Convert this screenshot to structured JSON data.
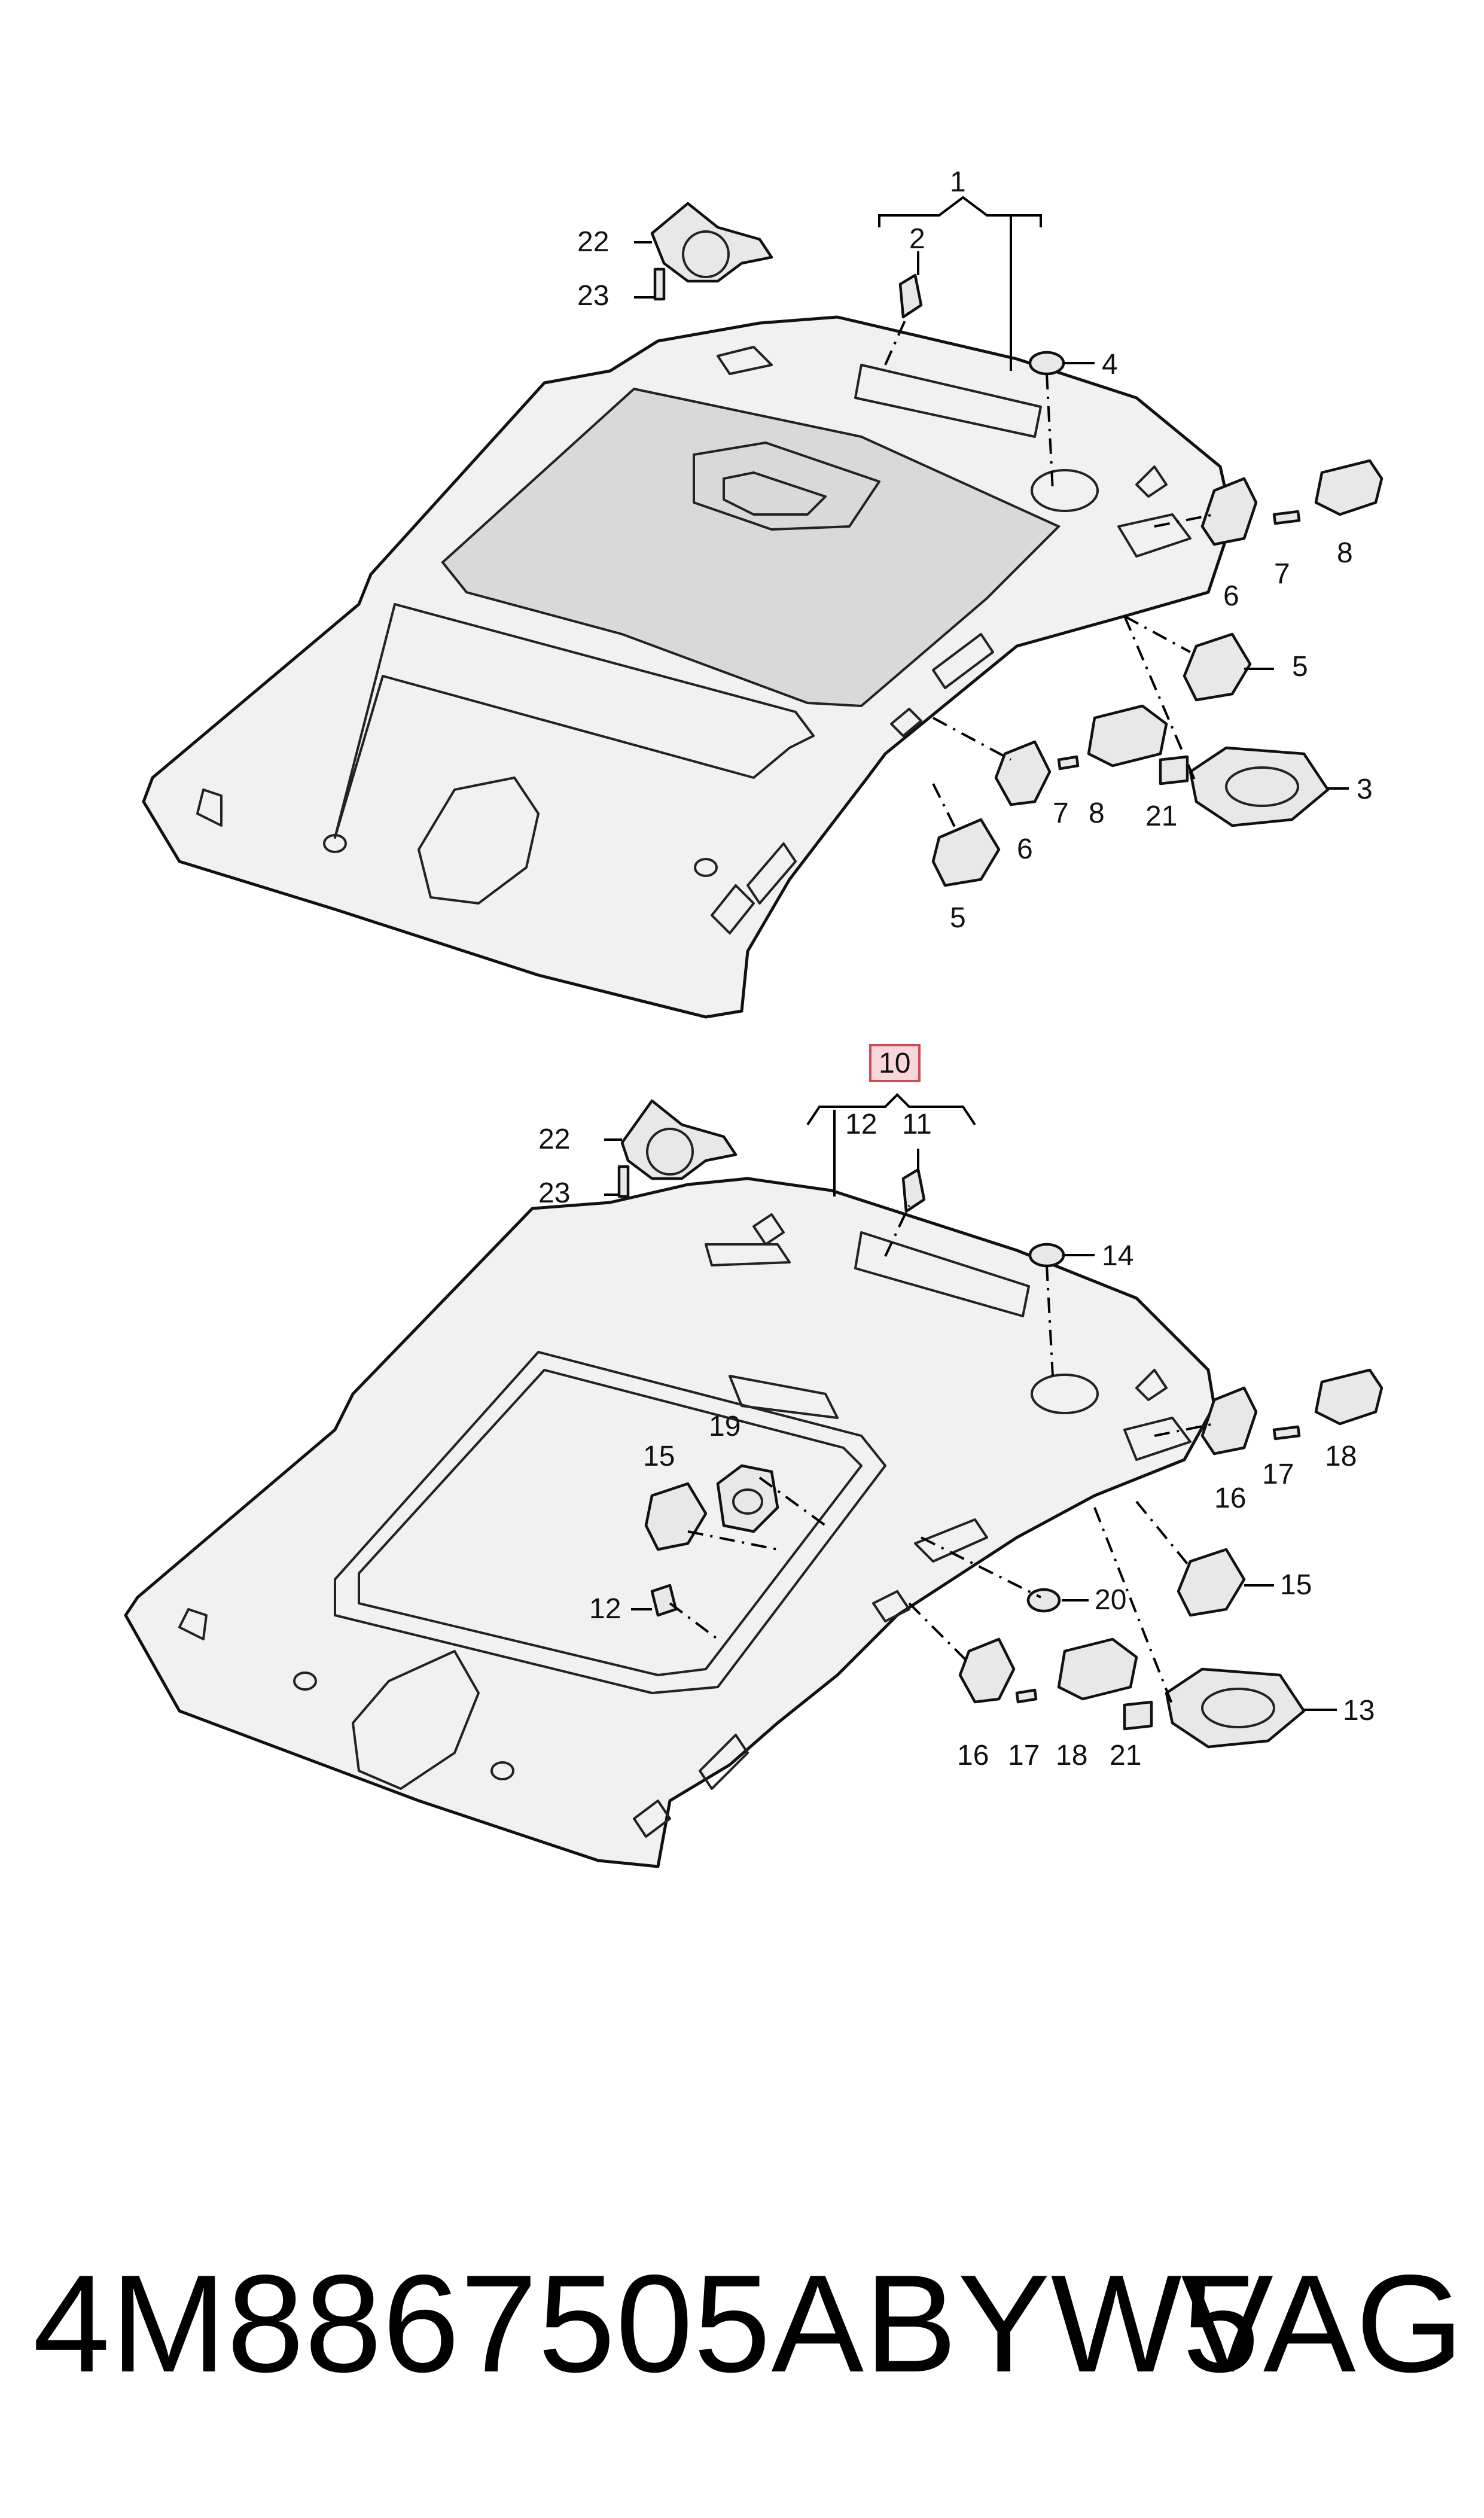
{
  "callouts_upper": [
    "1",
    "2",
    "3",
    "4",
    "5",
    "5",
    "6",
    "6",
    "7",
    "7",
    "8",
    "8",
    "21",
    "22",
    "23"
  ],
  "callouts_lower": [
    "10",
    "11",
    "12",
    "12",
    "13",
    "14",
    "15",
    "15",
    "16",
    "16",
    "17",
    "17",
    "18",
    "18",
    "19",
    "20",
    "21",
    "22",
    "23"
  ],
  "highlighted_callout": "10",
  "highlight_color": "#f7d7d9",
  "footer": {
    "part_number": "4M8867505ABYW5",
    "brand": "VAG"
  }
}
